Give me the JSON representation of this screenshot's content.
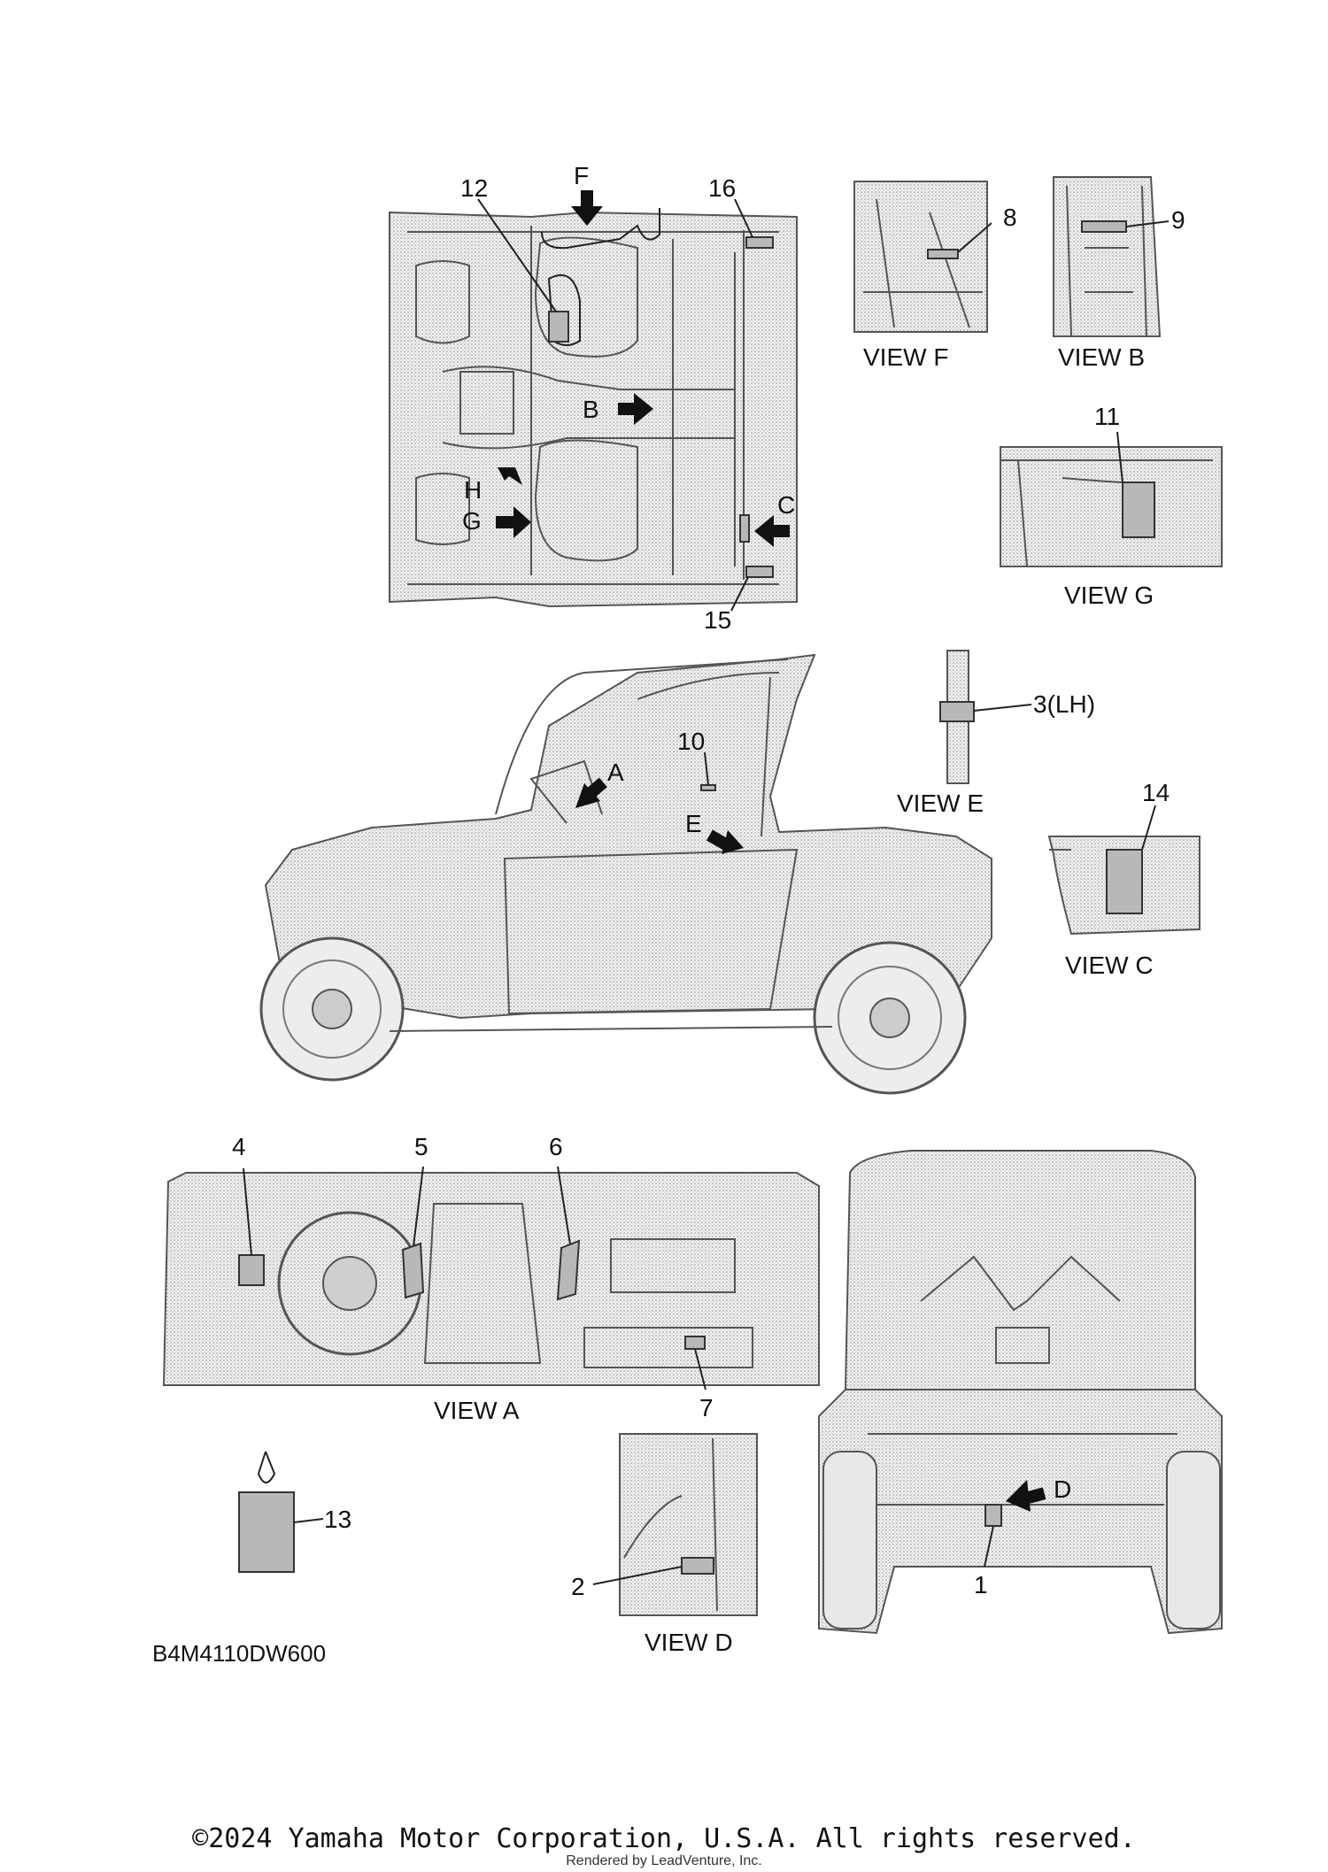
{
  "diagram": {
    "part_code": "B4M4110DW600",
    "callouts": [
      "1",
      "2",
      "3(LH)",
      "4",
      "5",
      "6",
      "7",
      "8",
      "9",
      "10",
      "11",
      "12",
      "13",
      "14",
      "15",
      "16"
    ],
    "arrow_letters": [
      "A",
      "B",
      "C",
      "D",
      "E",
      "F",
      "G",
      "H"
    ],
    "views": {
      "a": "VIEW A",
      "b": "VIEW B",
      "c": "VIEW C",
      "d": "VIEW D",
      "e": "VIEW E",
      "f": "VIEW F",
      "g": "VIEW G"
    }
  },
  "footer": {
    "copyright": "©2024 Yamaha Motor Corporation, U.S.A. All rights reserved.",
    "rendered_by": "Rendered by LeadVenture, Inc."
  }
}
